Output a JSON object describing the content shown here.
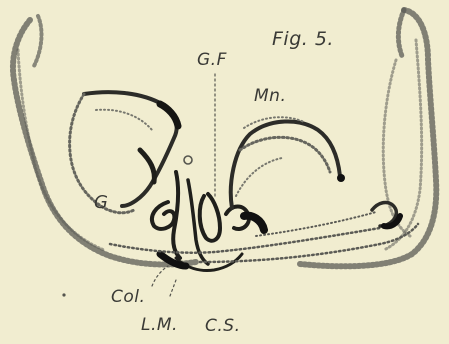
{
  "figure": {
    "title": "Fig. 5."
  },
  "labels": {
    "gf": "G.F",
    "mn": "Mn.",
    "g": "G",
    "col": "Col.",
    "lm": "L.M.",
    "cs": "C.S."
  }
}
